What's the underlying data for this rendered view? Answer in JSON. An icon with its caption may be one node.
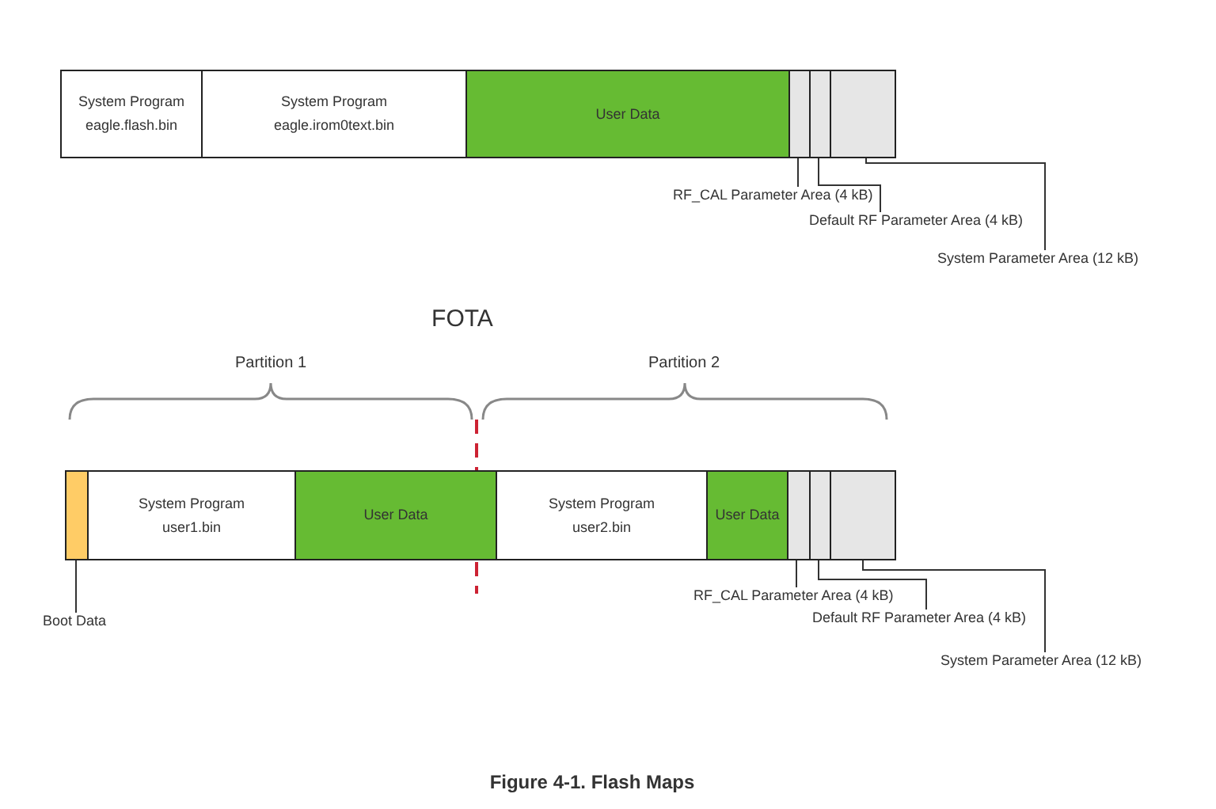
{
  "diagram": {
    "caption": "Figure 4-1. Flash Maps",
    "nodes": [
      {
        "text": [
          "System Program",
          "eagle.flash.bin"
        ]
      },
      {
        "text": [
          "System Program",
          "eagle.irom0text.bin"
        ]
      },
      {
        "text": [
          "User Data"
        ]
      },
      {
        "text": [],
        "shape": "box"
      },
      {
        "text": [],
        "shape": "box"
      },
      {
        "text": [],
        "shape": "box"
      },
      {
        "text": [
          "RF_CAL Parameter Area (4 kB)"
        ]
      },
      {
        "text": [
          "Default RF Parameter Area (4 kB)"
        ]
      },
      {
        "text": [
          "System Parameter Area (12 kB)"
        ]
      },
      {
        "text": [],
        "shape": "box"
      },
      {
        "text": [
          "System Program",
          "user1.bin"
        ]
      },
      {
        "text": [
          "User Data"
        ]
      },
      {
        "text": [
          "System Program",
          "user2.bin"
        ]
      },
      {
        "text": [
          "User Data"
        ]
      },
      {
        "text": [],
        "shape": "box"
      },
      {
        "text": [],
        "shape": "box"
      },
      {
        "text": [],
        "shape": "box"
      },
      {
        "text": [
          "Boot Data"
        ]
      },
      {
        "text": [
          "RF_CAL Parameter Area (4 kB)"
        ]
      },
      {
        "text": [
          "Default RF Parameter Area (4 kB)"
        ]
      },
      {
        "text": [
          "System Parameter Area (12 kB)"
        ]
      }
    ],
    "edges": [
      {
        "from": 6,
        "to": 3,
        "arrow": "none"
      },
      {
        "from": 7,
        "to": 4,
        "arrow": "none"
      },
      {
        "from": 8,
        "to": 5,
        "arrow": "none"
      },
      {
        "from": 17,
        "to": 9,
        "arrow": "none"
      },
      {
        "from": 18,
        "to": 14,
        "arrow": "none"
      },
      {
        "from": 19,
        "to": 15,
        "arrow": "none"
      },
      {
        "from": 20,
        "to": 16,
        "arrow": "none"
      }
    ],
    "labels": [
      "FOTA",
      "Partition 1",
      "Partition 2"
    ]
  }
}
